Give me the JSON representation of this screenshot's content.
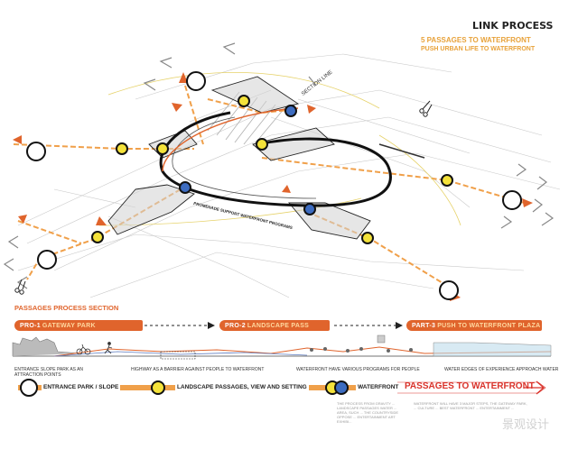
{
  "header": {
    "title": "LINK PROCESS",
    "subtitle_1": "5 PASSAGES TO WATERFRONT",
    "subtitle_2": "PUSH URBAN LIFE TO WATERFRONT"
  },
  "diagram_labels": {
    "section_line": "SECTION LINE",
    "promenade": "PROMENADE SUPPORT WATERFRONT PROGRAMS"
  },
  "section": {
    "heading": "PASSAGES PROCESS SECTION",
    "pro1": {
      "code": "PRO-1",
      "name": "GATEWAY PARK"
    },
    "pro2": {
      "code": "PRO-2",
      "name": "LANDSCAPE PASS"
    },
    "part3": {
      "code": "PART-3",
      "name": "PUSH TO WATERFRONT PLAZA"
    },
    "captions": [
      "ENTRANCE SLOPE PARK AS AN ATTRACTION POINTS",
      "HIGHWAY AS A BARRIER AGAINST PEOPLE TO WATERFRONT",
      "WATERFRONT HAVE VARIOUS PROGRAMS FOR PEOPLE",
      "WATER EDGES OF EXPERIENCE APPROACH WATER"
    ]
  },
  "legend": {
    "entrance": "ENTRANCE PARK / SLOPE",
    "landscape": "LANDSCAPE PASSAGES, VIEW AND SETTING",
    "waterfront": "WATERFRONT",
    "passages": "PASSAGES TO WATERFRONT"
  },
  "footnotes": {
    "left": "THE PROCESS FROM GRAVITY ... LANDSCAPE PASSAGES WATER ... AREA, SUCH ... THE COUNTRYSIDE OPPOSE ... ENTERTAINMENT ART EXHIBI...",
    "right": "WATERFRONT WILL HAVE 3 MAJOR STEPS, THE GATEWAY PARK, ... CULTURE ... BEST WATERFRONT ... ENTERTAINMENT ..."
  },
  "watermark": "景观设计",
  "colors": {
    "orange": "#e0642c",
    "orange_light": "#f0a04a",
    "yellow": "#f4e23a",
    "blue": "#3d6cc0",
    "title_orange": "#e8a23a",
    "red_text": "#d9322a"
  },
  "icons": [
    "scissors-icon",
    "bicycle-icon",
    "runner-icon",
    "arrow-right-icon"
  ]
}
